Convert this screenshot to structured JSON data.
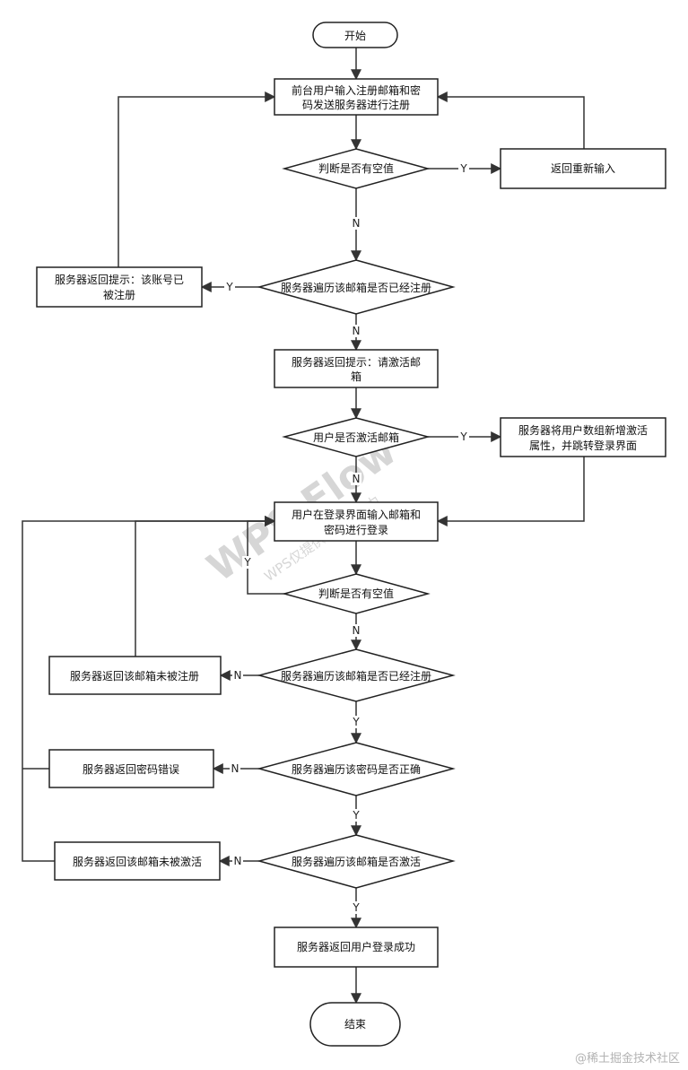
{
  "nodes": {
    "start": [
      "开始"
    ],
    "input_register": [
      "前台用户输入注册邮箱和密",
      "码发送服务器进行注册"
    ],
    "check_empty_1": [
      "判断是否有空值"
    ],
    "reinput": [
      "返回重新输入"
    ],
    "check_registered_1": [
      "服务器遍历该邮箱是否已经注册"
    ],
    "already_registered": [
      "服务器返回提示：该账号已",
      "被注册"
    ],
    "prompt_activate": [
      "服务器返回提示：请激活邮",
      "箱"
    ],
    "check_activated_1": [
      "用户是否激活邮箱"
    ],
    "add_activation": [
      "服务器将用户数组新增激活",
      "属性，并跳转登录界面"
    ],
    "login_input": [
      "用户在登录界面输入邮箱和",
      "密码进行登录"
    ],
    "check_empty_2": [
      "判断是否有空值"
    ],
    "check_registered_2": [
      "服务器遍历该邮箱是否已经注册"
    ],
    "not_registered": [
      "服务器返回该邮箱未被注册"
    ],
    "check_password": [
      "服务器遍历该密码是否正确"
    ],
    "password_error": [
      "服务器返回密码错误"
    ],
    "check_activated_2": [
      "服务器遍历该邮箱是否激活"
    ],
    "not_activated": [
      "服务器返回该邮箱未被激活"
    ],
    "login_success": [
      "服务器返回用户登录成功"
    ],
    "end": [
      "结束"
    ]
  },
  "edge_labels": {
    "empty1_yes": "Y",
    "empty1_no": "N",
    "reg1_yes": "Y",
    "reg1_no": "N",
    "act1_yes": "Y",
    "act1_no": "N",
    "empty2_yes": "Y",
    "empty2_no": "N",
    "reg2_no": "N",
    "reg2_yes": "Y",
    "pwd_no": "N",
    "pwd_yes": "Y",
    "act2_no": "N",
    "act2_yes": "Y"
  },
  "watermark": {
    "main": "WPS Flow",
    "sub": "WPS仅提供流程图能力"
  },
  "footer": "@稀土掘金技术社区"
}
